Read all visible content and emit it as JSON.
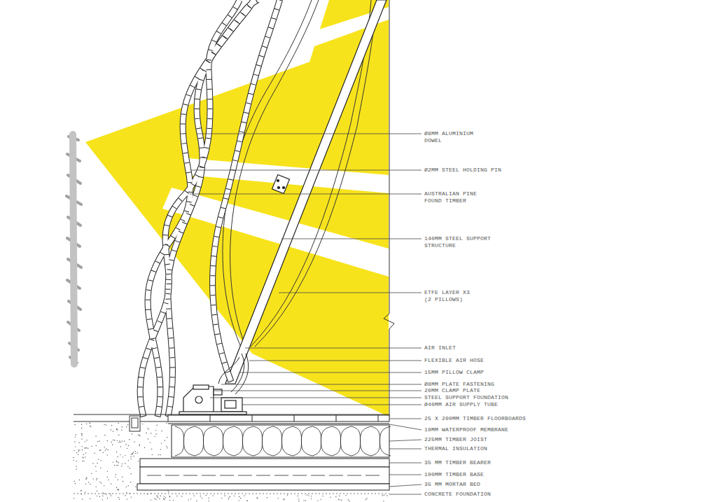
{
  "diagram": {
    "labels": [
      "Ø8MM ALUMINIUM DOWEL",
      "Ø2MM STEEL HOLDING PIN",
      "AUSTRALIAN PINE FOUND TIMBER",
      "140MM STEEL SUPPORT STRUCTURE",
      "ETFE LAYER X3 (2 PILLOWS)",
      "AIR INLET",
      "FLEXIBLE AIR HOSE",
      "15MM PILLOW CLAMP",
      "Ø8MM PLATE FASTENING",
      "20MM CLAMP PLATE",
      "STEEL SUPPORT FOUNDATION",
      "Ø40MM AIR SUPPLY TUBE",
      "25 X 200MM TIMBER FLOORBOARDS",
      "10MM WATERPROOF MEMBRANE",
      "225MM TIMBER JOIST",
      "THERMAL INSULATION",
      "35 MM TIMBER BEARER",
      "100MM TIMBER BASE",
      "35 MM MORTAR BED",
      "CONCRETE FOUNDATION"
    ]
  }
}
